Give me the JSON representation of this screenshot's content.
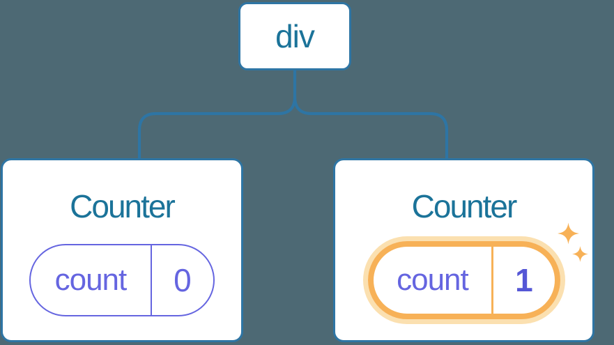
{
  "diagram": {
    "type": "component-tree",
    "root": {
      "label": "div"
    },
    "children": [
      {
        "title": "Counter",
        "state_key": "count",
        "state_value": "0",
        "highlighted": false
      },
      {
        "title": "Counter",
        "state_key": "count",
        "state_value": "1",
        "highlighted": true
      }
    ]
  },
  "icons": {
    "highlight_effect": "sparkles-icon"
  },
  "colors": {
    "background": "#4d6974",
    "card_bg": "#ffffff",
    "line_blue": "#2e75a4",
    "text_blue": "#1b7399",
    "purple": "#6565e0",
    "purple_bold": "#5557d6",
    "orange": "#f7b157",
    "orange_halo": "#fbe0b0"
  }
}
